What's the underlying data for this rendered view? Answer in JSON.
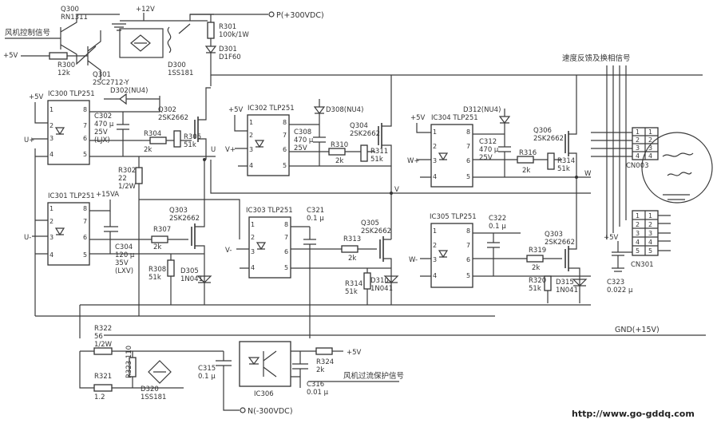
{
  "signals": {
    "fan_control": "风机控制信号",
    "speed_feedback": "速度反馈及换相信号",
    "fan_overcurrent": "风机过流保护信号",
    "p_plus": "P(+300VDC)",
    "n_minus": "N(-300VDC)",
    "gnd_15v": "GND(+15V)",
    "plus12v": "+12V",
    "plus5v": "+5V",
    "plus15va": "+15VA",
    "u_plus": "U+",
    "u_minus": "U-",
    "v_plus": "V+",
    "v_minus": "V-",
    "w_plus": "W+",
    "w_minus": "W-",
    "u": "U",
    "v": "V",
    "w": "W"
  },
  "components": {
    "q300": [
      "Q300",
      "RN1311"
    ],
    "q301": [
      "Q301",
      "2SC2712-Y"
    ],
    "r300": [
      "R300",
      "12k"
    ],
    "d300": [
      "D300",
      "1SS181"
    ],
    "r301": [
      "R301",
      "100k/1W"
    ],
    "d301": [
      "D301",
      "D1F60"
    ],
    "ic300": "IC300  TLP251",
    "ic301": "IC301  TLP251",
    "ic302": "IC302  TLP251",
    "ic303": "IC303  TLP251",
    "ic304": "IC304  TLP251",
    "ic305": "IC305  TLP251",
    "ic306": "IC306",
    "c302": [
      "C302",
      "470 μ",
      "25V",
      "(LJX)"
    ],
    "d302": "D302(NU4)",
    "q302": [
      "Q302",
      "2SK2662"
    ],
    "r304": [
      "R304",
      "2k"
    ],
    "r305": [
      "R305",
      "51k"
    ],
    "r302": [
      "R302",
      "22",
      "1/2W"
    ],
    "q303": [
      "Q303",
      "2SK2662"
    ],
    "r307": [
      "R307",
      "2k"
    ],
    "r308": [
      "R308",
      "51k"
    ],
    "d305": [
      "D305",
      "1N041"
    ],
    "c304": [
      "C304",
      "120 μ",
      "35V",
      "(LXV)"
    ],
    "d308": "D308(NU4)",
    "c308": [
      "C308",
      "470 μ",
      "25V"
    ],
    "q304": [
      "Q304",
      "2SK2662"
    ],
    "r310": [
      "R310",
      "2k"
    ],
    "r311": [
      "R311",
      "51k"
    ],
    "c321": [
      "C321",
      "0.1 μ"
    ],
    "q305": [
      "Q305",
      "2SK2662"
    ],
    "r313": [
      "R313",
      "2k"
    ],
    "r314a": [
      "R314",
      "51k"
    ],
    "d310": [
      "D310",
      "1N041"
    ],
    "d312": "D312(NU4)",
    "c312": [
      "C312",
      "470 μ",
      "25V"
    ],
    "q306": [
      "Q306",
      "2SK2662"
    ],
    "r316": [
      "R316",
      "2k"
    ],
    "r314b": [
      "R314",
      "51k"
    ],
    "c322": [
      "C322",
      "0.1 μ"
    ],
    "q307": [
      "Q303",
      "2SK2662"
    ],
    "r319": [
      "R319",
      "2k"
    ],
    "r320": [
      "R320",
      "51k"
    ],
    "d315": [
      "D315",
      "1N041"
    ],
    "c323": [
      "C323",
      "0.022 μ"
    ],
    "cn003": "CN003",
    "cn301": "CN301",
    "r322": [
      "R322",
      "56",
      "1/2W"
    ],
    "r321": [
      "R321",
      "1.2"
    ],
    "r323": "R323 110",
    "d320": [
      "D320",
      "1SS181"
    ],
    "c315": [
      "C315",
      "0.1 μ"
    ],
    "r324": [
      "R324",
      "2k"
    ],
    "c316": [
      "C316",
      "0.01 μ"
    ]
  },
  "watermark": "http://www.go-gddq.com"
}
